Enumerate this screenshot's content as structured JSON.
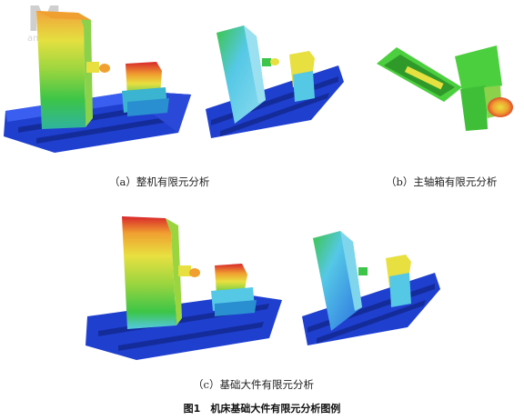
{
  "watermark": {
    "big": "M",
    "small": "amtbbs.c"
  },
  "captions": {
    "a": "（a）整机有限元分析",
    "b": "（b）主轴箱有限元分析",
    "c": "（c）基础大件有限元分析"
  },
  "figure_title": "图1　机床基础大件有限元分析图例",
  "colors": {
    "blue": "#1f3fcf",
    "blue_dark": "#142c9a",
    "cyan": "#55c8e6",
    "green": "#38c24a",
    "yellow": "#e8e040",
    "orange": "#f0a030",
    "red": "#d8262a"
  }
}
